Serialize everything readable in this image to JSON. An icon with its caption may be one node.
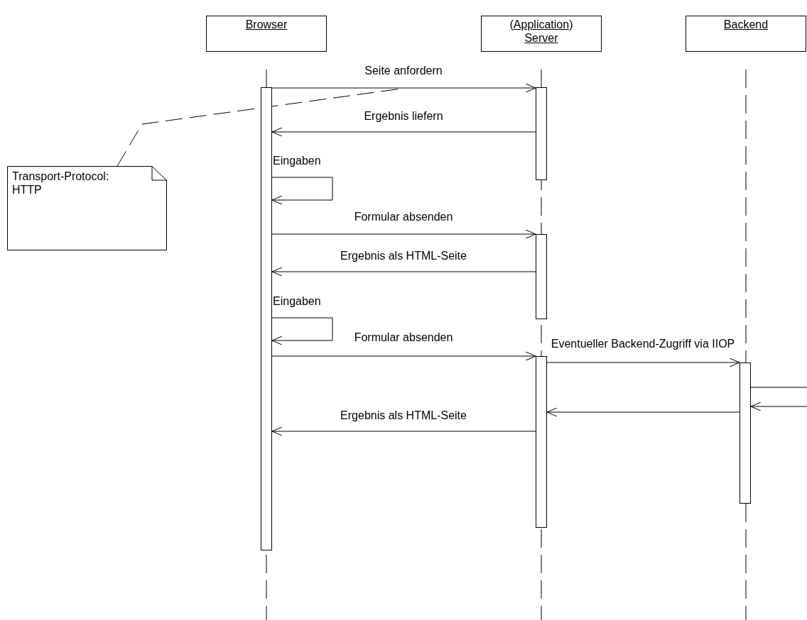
{
  "diagram": {
    "nodes": [
      {
        "text": [
          "Browser"
        ]
      },
      {
        "text": [
          "(Application) Server"
        ]
      },
      {
        "text": [
          "Backend"
        ]
      },
      {
        "text": [
          "Transport-Protocol: HTTP"
        ]
      },
      {
        "text": [],
        "shape": "bar"
      },
      {
        "text": [],
        "shape": "bar"
      },
      {
        "text": [],
        "shape": "bar"
      },
      {
        "text": [],
        "shape": "bar"
      },
      {
        "text": [],
        "shape": "bar"
      }
    ],
    "edges": [
      {
        "from": 4,
        "to": 5,
        "arrow": "to",
        "label": "Seite anfordern"
      },
      {
        "from": 5,
        "to": 4,
        "arrow": "to",
        "label": "Ergebnis liefern"
      },
      {
        "from": 4,
        "to": 4,
        "arrow": "to",
        "label": "Eingaben"
      },
      {
        "from": 4,
        "to": 6,
        "arrow": "to",
        "label": "Formular absenden"
      },
      {
        "from": 6,
        "to": 4,
        "arrow": "to",
        "label": "Ergebnis als HTML-Seite"
      },
      {
        "from": 4,
        "to": 4,
        "arrow": "to",
        "label": "Eingaben"
      },
      {
        "from": 4,
        "to": 7,
        "arrow": "to",
        "label": "Formular absenden"
      },
      {
        "from": 7,
        "to": 8,
        "arrow": "to",
        "label": "Eventueller Backend-Zugriff via IIOP"
      },
      {
        "from": 8,
        "to": null,
        "arrow": "none"
      },
      {
        "from": null,
        "to": 8,
        "arrow": "to"
      },
      {
        "from": 8,
        "to": 7,
        "arrow": "to"
      },
      {
        "from": 7,
        "to": 4,
        "arrow": "to",
        "label": "Ergebnis als HTML-Seite"
      },
      {
        "from": 3,
        "to": null,
        "arrow": "none",
        "style": "dashed"
      }
    ]
  }
}
